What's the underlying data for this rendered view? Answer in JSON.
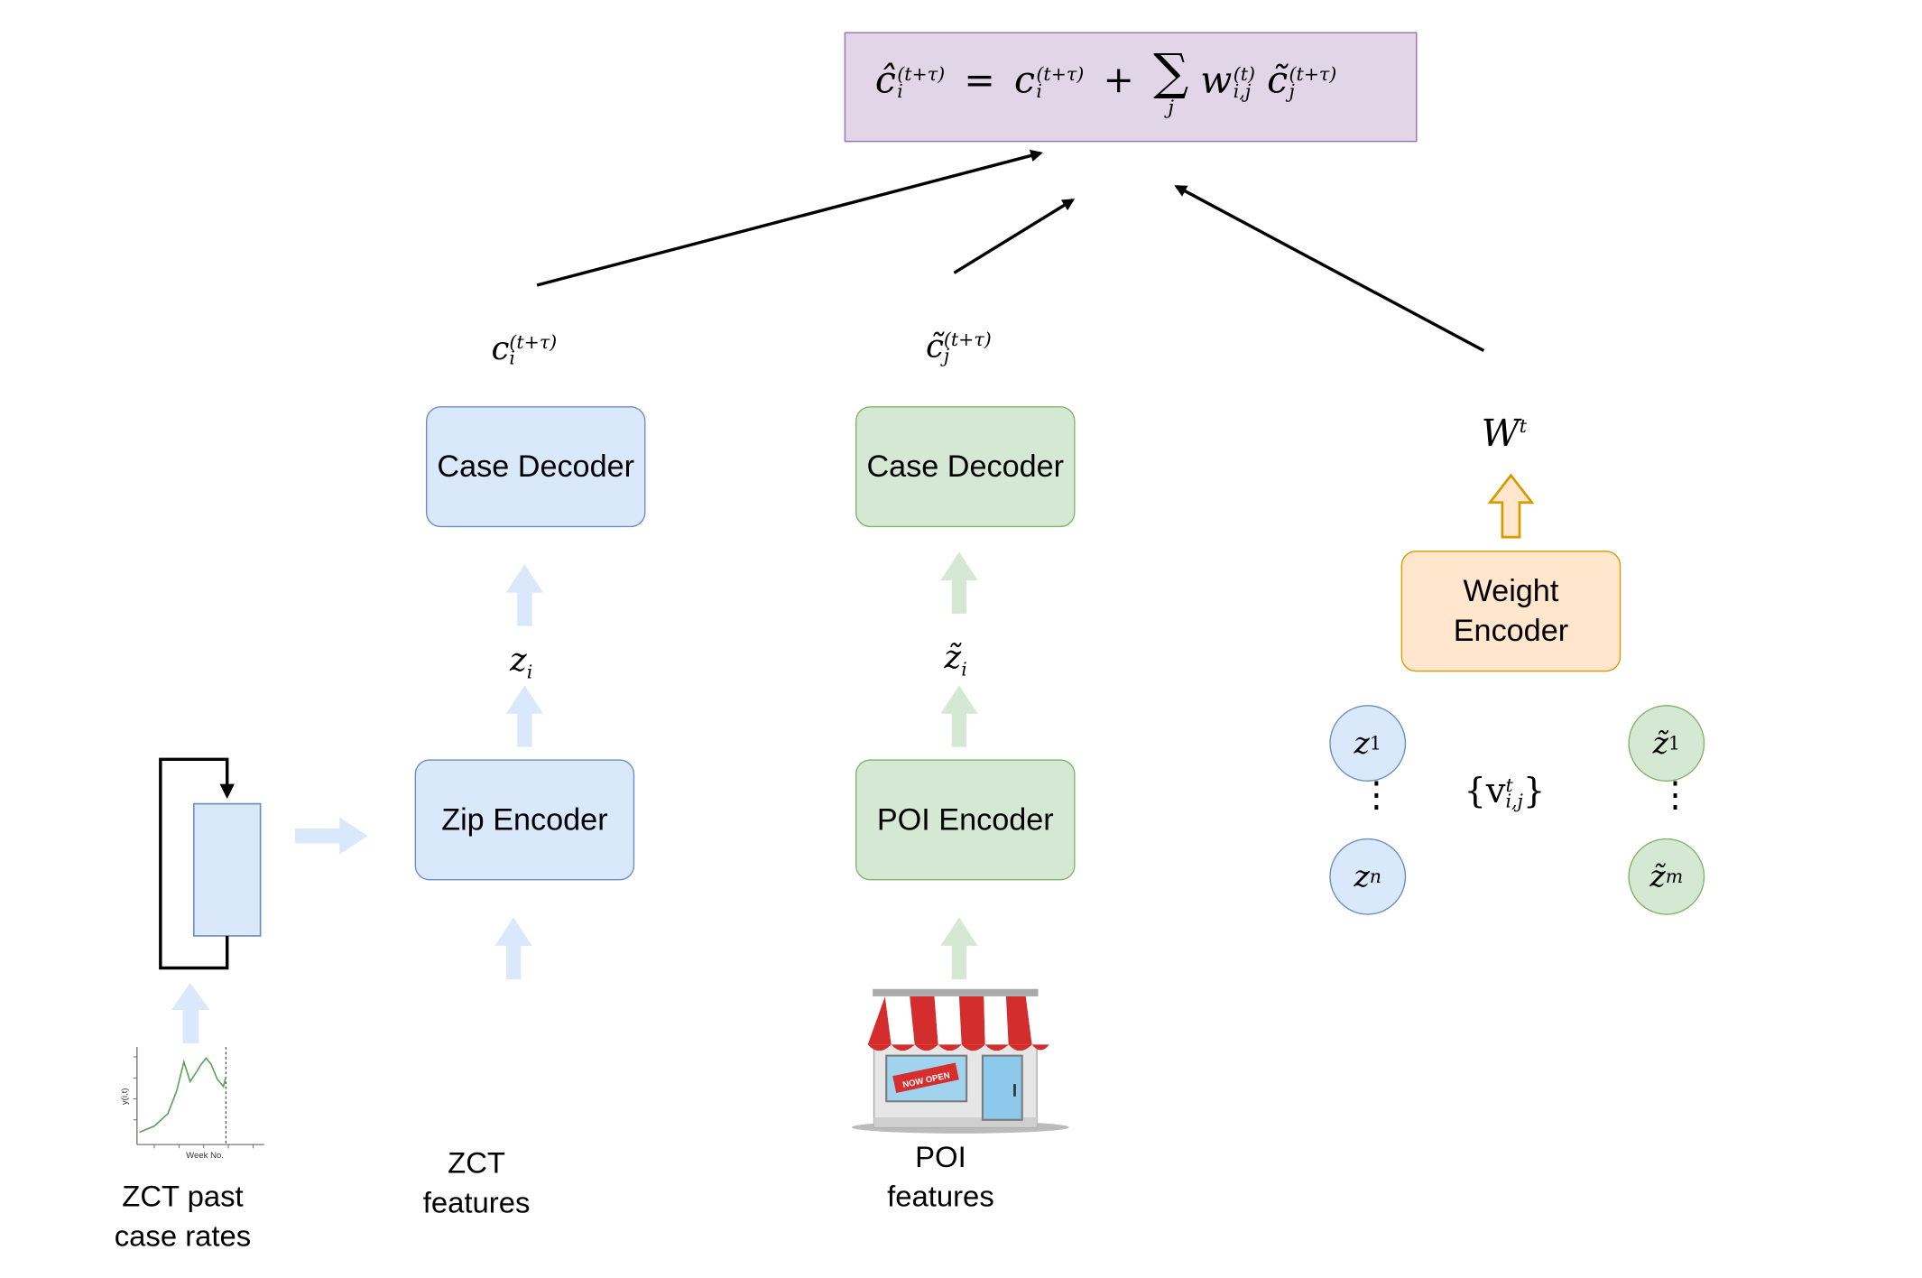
{
  "formula": {
    "lhs": "ĉ",
    "lhs_sup": "(t+τ)",
    "lhs_sub": "i",
    "eq": "=",
    "c": "c",
    "c_sup": "(t+τ)",
    "c_sub": "i",
    "plus": "+",
    "sum": "∑",
    "sum_sub": "j",
    "w": "w",
    "w_sup": "(t)",
    "w_sub": "i,j",
    "ct": "c̃",
    "ct_sup": "(t+τ)",
    "ct_sub": "j"
  },
  "left_column": {
    "output_symbol": "c",
    "output_sup": "(t+τ)",
    "output_sub": "i",
    "decoder_label": "Case Decoder",
    "latent_symbol": "z",
    "latent_sub": "i",
    "encoder_label": "Zip Encoder",
    "input_label": "ZCT\nfeatures",
    "history_label": "ZCT past\ncase rates",
    "thumbnail": {
      "xlabel": "Week No.",
      "ylabel": "y(i,t)"
    }
  },
  "middle_column": {
    "output_symbol": "c̃",
    "output_sup": "(t+τ)",
    "output_sub": "j",
    "decoder_label": "Case Decoder",
    "latent_symbol": "z̃",
    "latent_sub": "i",
    "encoder_label": "POI Encoder",
    "input_label": "POI\nfeatures",
    "store_sign": "NOW OPEN"
  },
  "right_column": {
    "weights_symbol": "W",
    "weights_sup": "t",
    "encoder_label": "Weight\nEncoder",
    "nodes_left": [
      {
        "symbol": "z",
        "sub": "1"
      },
      {
        "symbol": "z",
        "sub": "n"
      }
    ],
    "nodes_right": [
      {
        "symbol": "z̃",
        "sub": "1"
      },
      {
        "symbol": "z̃",
        "sub": "m"
      }
    ],
    "edge_set": "{v",
    "edge_set_sup": "t",
    "edge_set_sub": "i,j",
    "edge_set_close": "}",
    "ellipsis": "⋮"
  },
  "colors": {
    "blue_fill": "#dae8fc",
    "blue_stroke": "#6c8ebf",
    "green_fill": "#d5e8d4",
    "green_stroke": "#82b366",
    "orange_fill": "#ffe6cc",
    "orange_stroke": "#d79b00",
    "purple_fill": "#e1d5e7",
    "purple_stroke": "#9673a6"
  }
}
